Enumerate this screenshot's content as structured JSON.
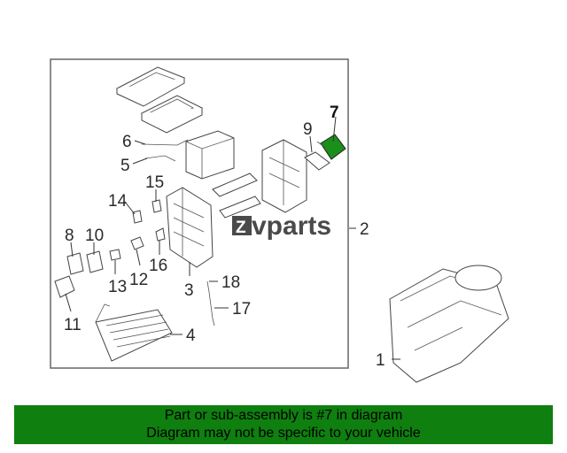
{
  "diagram": {
    "callouts": {
      "c1": "1",
      "c2": "2",
      "c3": "3",
      "c4": "4",
      "c5": "5",
      "c6": "6",
      "c7": "7",
      "c8": "8",
      "c9": "9",
      "c10": "10",
      "c11": "11",
      "c12": "12",
      "c13": "13",
      "c14": "14",
      "c15": "15",
      "c16": "16",
      "c17": "17",
      "c18": "18"
    },
    "highlight_color": "#1a8f1a",
    "watermark": {
      "logo_mark": "Z",
      "text": "vparts"
    }
  },
  "banner": {
    "line1": "Part or sub-assembly is #7 in diagram",
    "line2": "Diagram may not be specific to your vehicle",
    "color": "#0f7f0f"
  }
}
